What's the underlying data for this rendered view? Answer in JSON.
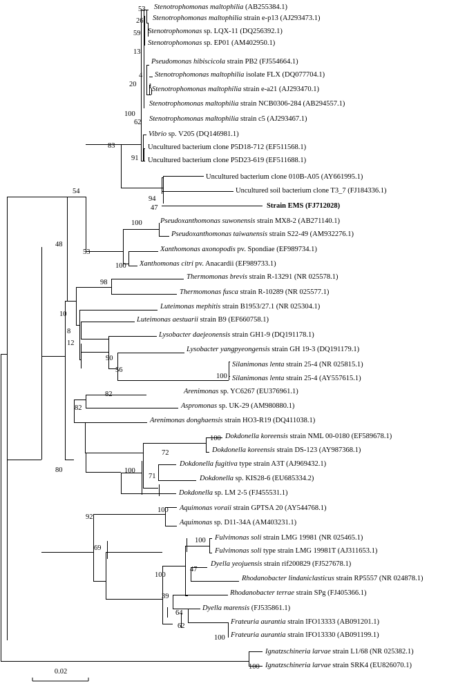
{
  "tree": {
    "title": "",
    "scale_bar_label": "0.02",
    "leaves": [
      {
        "id": "L1",
        "name": "Stenotrophomonas maltophilia",
        "rest": " (AB255384.1)"
      },
      {
        "id": "L2",
        "name": "Stenotrophomonas maltophilia",
        "rest": " strain e-p13 (AJ293473.1)"
      },
      {
        "id": "L3",
        "name": "Stenotrophomonas",
        "rest": " sp. LQX-11 (DQ256392.1)"
      },
      {
        "id": "L4",
        "name": "Stenotrophomonas",
        "rest": " sp. EP01 (AM402950.1)"
      },
      {
        "id": "L5",
        "name": "Pseudomonas hibiscicola",
        "rest": " strain PB2 (FJ554664.1)"
      },
      {
        "id": "L6",
        "name": "Stenotrophomonas maltophilia",
        "rest": " isolate FLX (DQ077704.1)"
      },
      {
        "id": "L7",
        "name": "Stenotrophomonas maltophilia",
        "rest": " strain e-a21 (AJ293470.1)"
      },
      {
        "id": "L8",
        "name": "Stenotrophomonas maltophilia",
        "rest": " strain NCB0306-284 (AB294557.1)"
      },
      {
        "id": "L9",
        "name": "Stenotrophomonas maltophilia",
        "rest": " strain c5 (AJ293467.1)"
      },
      {
        "id": "L10",
        "name": "Vibrio",
        "rest": " sp. V205 (DQ146981.1)"
      },
      {
        "id": "L11",
        "name": "",
        "rest": "Uncultured bacterium clone P5D18-712 (EF511568.1)"
      },
      {
        "id": "L12",
        "name": "",
        "rest": "Uncultured bacterium clone P5D23-619 (EF511688.1)"
      },
      {
        "id": "L13",
        "name": "",
        "rest": "Uncultured bacterium clone 010B-A05 (AY661995.1)"
      },
      {
        "id": "L14",
        "name": "",
        "rest": "Uncultured soil bacterium clone T3_7 (FJ184336.1)"
      },
      {
        "id": "L15",
        "name": "",
        "rest": "Strain EMS (FJ712028)",
        "bold": true
      },
      {
        "id": "L16",
        "name": "Pseudoxanthomonas suwonensis",
        "rest": " strain MX8-2 (AB271140.1)"
      },
      {
        "id": "L17",
        "name": "Pseudoxanthomonas taiwanensis",
        "rest": " strain S22-49 (AM932276.1)"
      },
      {
        "id": "L18",
        "name": "Xanthomonas axonopodis",
        "rest": " pv. Spondiae (EF989734.1)"
      },
      {
        "id": "L19",
        "name": "Xanthomonas citri",
        "rest": " pv. Anacardii (EF989733.1)"
      },
      {
        "id": "L20",
        "name": "Thermomonas brevis",
        "rest": " strain R-13291 (NR 025578.1)"
      },
      {
        "id": "L21",
        "name": "Thermomonas fusca",
        "rest": " strain R-10289 (NR 025577.1)"
      },
      {
        "id": "L22",
        "name": "Luteimonas mephitis",
        "rest": " strain B1953/27.1 (NR 025304.1)"
      },
      {
        "id": "L23",
        "name": "Luteimonas aestuarii",
        "rest": " strain B9 (EF660758.1)"
      },
      {
        "id": "L24",
        "name": "Lysobacter daejeonensis",
        "rest": " strain GH1-9 (DQ191178.1)"
      },
      {
        "id": "L25",
        "name": "Lysobacter yangpyeongensis",
        "rest": " strain GH 19-3 (DQ191179.1)"
      },
      {
        "id": "L26",
        "name": "Silanimonas lenta",
        "rest": " strain 25-4 (NR 025815.1)"
      },
      {
        "id": "L27",
        "name": "Silanimonas lenta",
        "rest": " strain 25-4 (AY557615.1)"
      },
      {
        "id": "L28",
        "name": "Arenimonas",
        "rest": " sp. YC6267 (EU376961.1)"
      },
      {
        "id": "L29",
        "name": "Aspromonas",
        "rest": " sp. UK-29 (AM980880.1)"
      },
      {
        "id": "L30",
        "name": "Arenimonas donghaensis",
        "rest": " strain HO3-R19 (DQ411038.1)"
      },
      {
        "id": "L31",
        "name": "Dokdonella koreensis",
        "rest": " strain NML 00-0180 (EF589678.1)"
      },
      {
        "id": "L32",
        "name": "Dokdonella koreensis",
        "rest": " strain DS-123 (AY987368.1)"
      },
      {
        "id": "L33",
        "name": "Dokdonella fugitiva",
        "rest": " type strain A3T (AJ969432.1)"
      },
      {
        "id": "L34",
        "name": "Dokdonella",
        "rest": " sp. KIS28-6 (EU685334.2)"
      },
      {
        "id": "L35",
        "name": "Dokdonella",
        "rest": " sp. LM 2-5 (FJ455531.1)"
      },
      {
        "id": "L36",
        "name": "Aquimonas voraii",
        "rest": " strain GPTSA 20 (AY544768.1)"
      },
      {
        "id": "L37",
        "name": "Aquimonas",
        "rest": " sp. D11-34A (AM403231.1)"
      },
      {
        "id": "L38",
        "name": "Fulvimonas soli",
        "rest": " strain LMG 19981 (NR 025465.1)"
      },
      {
        "id": "L39",
        "name": "Fulvimonas soli",
        "rest": " type strain LMG 19981T (AJ311653.1)"
      },
      {
        "id": "L40",
        "name": "Dyella yeojuensis",
        "rest": " strain rif200829 (FJ527678.1)"
      },
      {
        "id": "L41",
        "name": "Rhodanobacter lindaniclasticus",
        "rest": " strain RP5557 (NR 024878.1)"
      },
      {
        "id": "L42",
        "name": "Rhodanobacter terrae",
        "rest": " strain SPg (FJ405366.1)"
      },
      {
        "id": "L43",
        "name": "Dyella marensis",
        "rest": " (FJ535861.1)"
      },
      {
        "id": "L44",
        "name": "Frateuria aurantia",
        "rest": " strain IFO13333 (AB091201.1)"
      },
      {
        "id": "L45",
        "name": "Frateuria aurantia",
        "rest": " strain IFO13330 (AB091199.1)"
      },
      {
        "id": "L46",
        "name": "Ignatzschineria larvae",
        "rest": " strain L1/68 (NR 025382.1)"
      },
      {
        "id": "L47",
        "name": "Ignatzschineria larvae",
        "rest": " strain SRK4 (EU826070.1)"
      }
    ],
    "bootstrap": [
      {
        "id": "B1",
        "value": "53"
      },
      {
        "id": "B2",
        "value": "26"
      },
      {
        "id": "B3",
        "value": "59"
      },
      {
        "id": "B4",
        "value": "13"
      },
      {
        "id": "B5",
        "value": "4"
      },
      {
        "id": "B6",
        "value": "20"
      },
      {
        "id": "B7",
        "value": "1"
      },
      {
        "id": "B8",
        "value": "100"
      },
      {
        "id": "B9",
        "value": "62"
      },
      {
        "id": "B10",
        "value": "91"
      },
      {
        "id": "B11",
        "value": "83"
      },
      {
        "id": "B12",
        "value": "94"
      },
      {
        "id": "B13",
        "value": "47"
      },
      {
        "id": "B14",
        "value": "54"
      },
      {
        "id": "B15",
        "value": "100"
      },
      {
        "id": "B16",
        "value": "53"
      },
      {
        "id": "B17",
        "value": "100"
      },
      {
        "id": "B18",
        "value": "48"
      },
      {
        "id": "B19",
        "value": "98"
      },
      {
        "id": "B20",
        "value": "10"
      },
      {
        "id": "B21",
        "value": "8"
      },
      {
        "id": "B22",
        "value": "12"
      },
      {
        "id": "B23",
        "value": "90"
      },
      {
        "id": "B24",
        "value": "56"
      },
      {
        "id": "B25",
        "value": "100"
      },
      {
        "id": "B26",
        "value": "82"
      },
      {
        "id": "B27",
        "value": "82"
      },
      {
        "id": "B28",
        "value": "100"
      },
      {
        "id": "B29",
        "value": "72"
      },
      {
        "id": "B30",
        "value": "100"
      },
      {
        "id": "B31",
        "value": "71"
      },
      {
        "id": "B32",
        "value": "80"
      },
      {
        "id": "B33",
        "value": "100"
      },
      {
        "id": "B34",
        "value": "92"
      },
      {
        "id": "B35",
        "value": "69"
      },
      {
        "id": "B36",
        "value": "100"
      },
      {
        "id": "B37",
        "value": "47"
      },
      {
        "id": "B38",
        "value": "100"
      },
      {
        "id": "B39",
        "value": "39"
      },
      {
        "id": "B40",
        "value": "64"
      },
      {
        "id": "B41",
        "value": "62"
      },
      {
        "id": "B42",
        "value": "100"
      },
      {
        "id": "B43",
        "value": "100"
      }
    ]
  }
}
